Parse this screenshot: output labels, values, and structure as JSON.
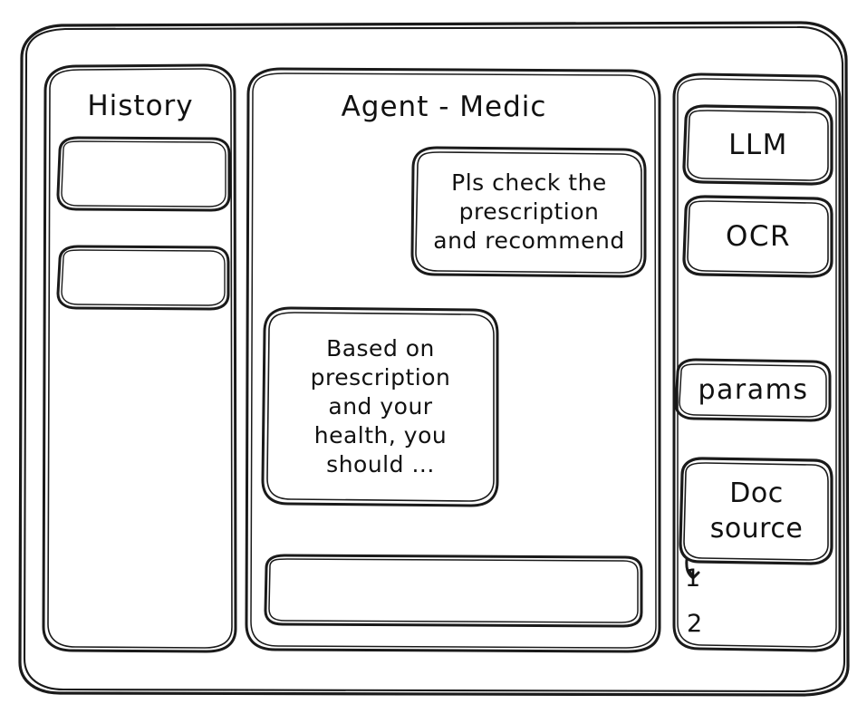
{
  "window": {
    "title": "",
    "style": "hand-drawn wireframe"
  },
  "colors": {
    "stroke": "#1a1a1a",
    "background": "#ffffff",
    "text": "#111111"
  },
  "sidebar_left": {
    "title": "History",
    "items": [
      {
        "label": ""
      },
      {
        "label": ""
      }
    ]
  },
  "main": {
    "title": "Agent - Medic",
    "messages": [
      {
        "role": "user",
        "text": "Pls check the\nprescription\nand recommend",
        "align": "right"
      },
      {
        "role": "assistant",
        "text": "Based on\nprescription\nand your\nhealth, you\nshould ...",
        "align": "left"
      }
    ],
    "composer": {
      "value": "",
      "placeholder": ""
    }
  },
  "sidebar_right": {
    "tools": [
      {
        "label": "LLM"
      },
      {
        "label": "OCR"
      }
    ],
    "params": {
      "label": "params"
    },
    "doc_source": {
      "label": "Doc\nsource"
    },
    "sources": [
      {
        "label": "1"
      },
      {
        "label": "2"
      }
    ]
  }
}
